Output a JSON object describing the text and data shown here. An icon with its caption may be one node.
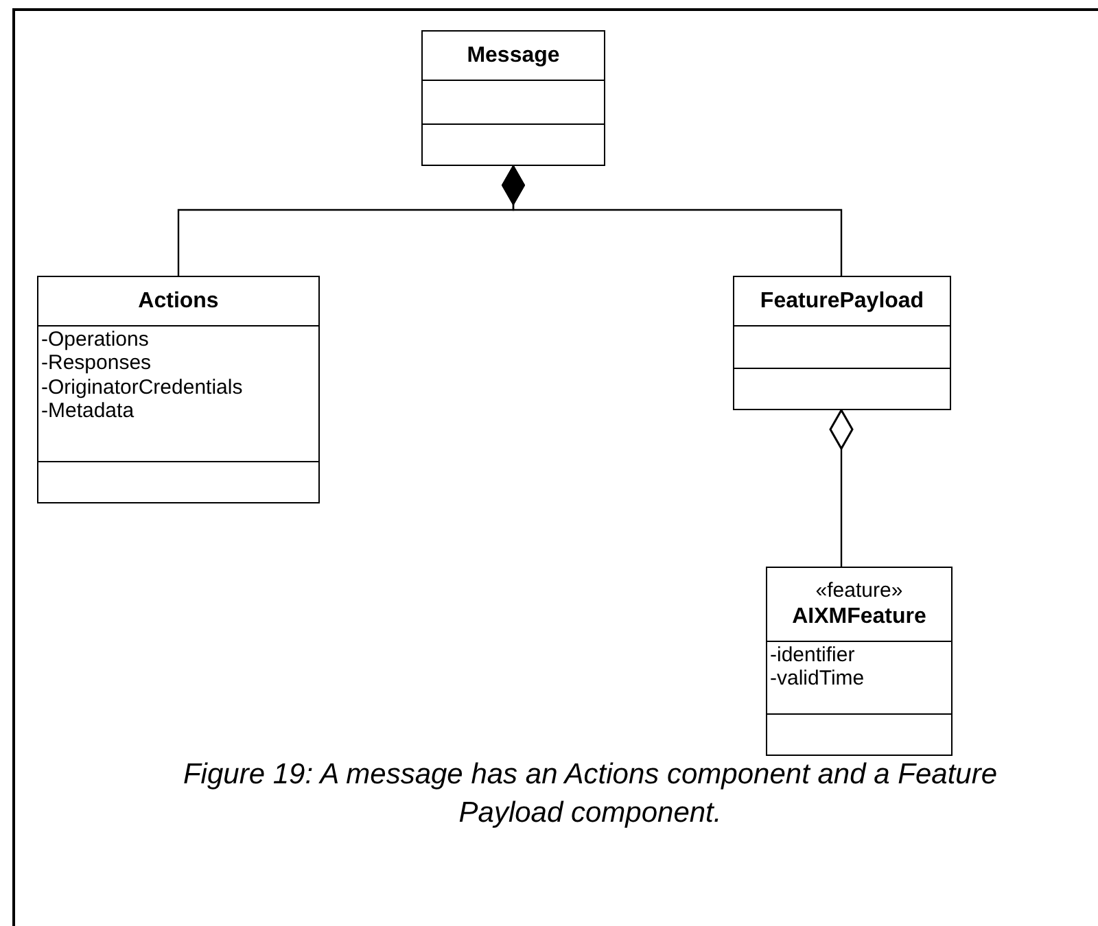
{
  "diagram": {
    "caption": "Figure 19: A message has an Actions component and a Feature Payload component.",
    "nodes": [
      {
        "text": [
          "Message"
        ]
      },
      {
        "text": [
          "Actions",
          "-Operations",
          "-Responses",
          "-OriginatorCredentials",
          "-Metadata"
        ]
      },
      {
        "text": [
          "FeaturePayload"
        ]
      },
      {
        "text": [
          "«feature»",
          "AIXMFeature",
          "-identifier",
          "-validTime"
        ]
      }
    ],
    "edges": [
      {
        "from": 0,
        "to": 1,
        "arrow": "other"
      },
      {
        "from": 0,
        "to": 2,
        "arrow": "other"
      },
      {
        "from": 2,
        "to": 3,
        "arrow": "other"
      }
    ]
  }
}
